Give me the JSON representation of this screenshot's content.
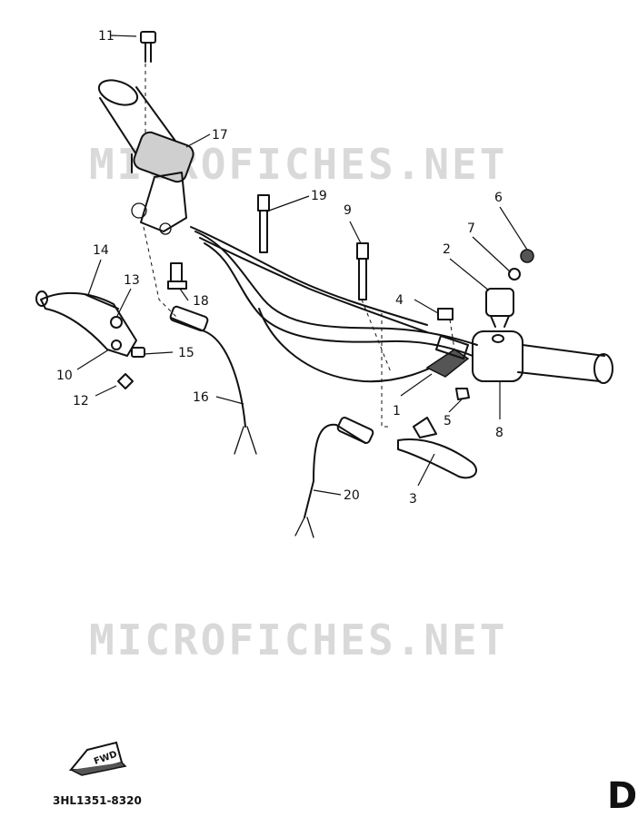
{
  "watermark": {
    "text": "MICROFICHES.NET"
  },
  "callouts": [
    {
      "id": "c1",
      "text": "1"
    },
    {
      "id": "c2",
      "text": "2"
    },
    {
      "id": "c3",
      "text": "3"
    },
    {
      "id": "c4",
      "text": "4"
    },
    {
      "id": "c5",
      "text": "5"
    },
    {
      "id": "c6",
      "text": "6"
    },
    {
      "id": "c7",
      "text": "7"
    },
    {
      "id": "c8",
      "text": "8"
    },
    {
      "id": "c9",
      "text": "9"
    },
    {
      "id": "c10",
      "text": "10"
    },
    {
      "id": "c11",
      "text": "11"
    },
    {
      "id": "c12",
      "text": "12"
    },
    {
      "id": "c13",
      "text": "13"
    },
    {
      "id": "c14",
      "text": "14"
    },
    {
      "id": "c15",
      "text": "15"
    },
    {
      "id": "c16",
      "text": "16"
    },
    {
      "id": "c17",
      "text": "17"
    },
    {
      "id": "c18",
      "text": "18"
    },
    {
      "id": "c19",
      "text": "19"
    },
    {
      "id": "c20",
      "text": "20"
    }
  ],
  "fwd_label": "FWD",
  "part_code": "3HL1351-8320",
  "sheet_letter": "D"
}
